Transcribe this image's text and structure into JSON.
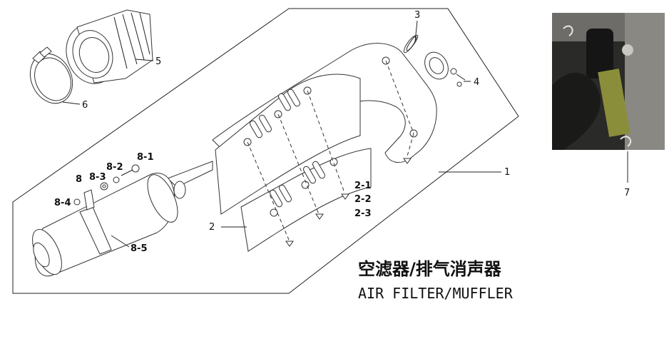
{
  "title_cn": "空滤器/排气消声器",
  "title_en": "AIR FILTER/MUFFLER",
  "labels": {
    "p1": "1",
    "p2": "2",
    "p2_1": "2-1",
    "p2_2": "2-2",
    "p2_3": "2-3",
    "p3": "3",
    "p4": "4",
    "p5": "5",
    "p6": "6",
    "p7": "7",
    "p8": "8",
    "p8_1": "8-1",
    "p8_2": "8-2",
    "p8_3": "8-3",
    "p8_4": "8-4",
    "p8_5": "8-5"
  }
}
